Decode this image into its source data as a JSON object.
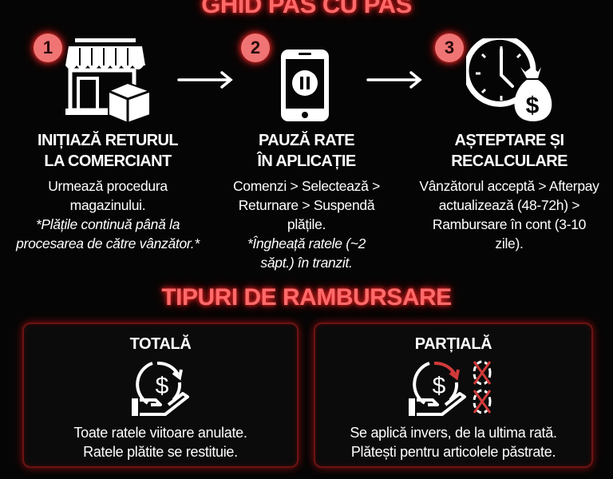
{
  "guide_title": "GHID PAS CU PAS",
  "steps": [
    {
      "number": "1",
      "icon": "storefront-with-box-icon",
      "title_line1": "INIȚIAZĂ RETURUL",
      "title_line2": "LA COMERCIANT",
      "body": "Urmează procedura magazinului.",
      "note": "*Plățile continuă până la procesarea de către vânzător.*"
    },
    {
      "number": "2",
      "icon": "phone-pause-icon",
      "title_line1": "PAUZĂ RATE",
      "title_line2": "ÎN APLICAȚIE",
      "body": "Comenzi > Selectează > Returnare > Suspendă plățile.",
      "note": "*Îngheață ratele (~2 săpt.) în tranzit."
    },
    {
      "number": "3",
      "icon": "clock-money-bag-icon",
      "title_line1": "AȘTEPTARE ȘI",
      "title_line2": "RECALCULARE",
      "body": "Vânzătorul acceptă > Afterpay actualizează (48-72h) > Rambursare în cont (3-10 zile).",
      "note": ""
    }
  ],
  "refund_title": "TIPURI DE RAMBURSARE",
  "refund_types": [
    {
      "title": "TOTALĂ",
      "icon": "hand-dollar-refund-icon",
      "line1": "Toate ratele viitoare anulate.",
      "line2": "Ratele plătite se restituie."
    },
    {
      "title": "PARȚIALĂ",
      "icon": "hand-dollar-partial-refund-icon",
      "line1": "Se aplică invers, de la ultima rată.",
      "line2": "Plătești pentru articolele păstrate."
    }
  ],
  "colors": {
    "accent": "#ff6a6a",
    "badge": "#f07474",
    "background": "#060505",
    "box_border": "#6a1414"
  }
}
